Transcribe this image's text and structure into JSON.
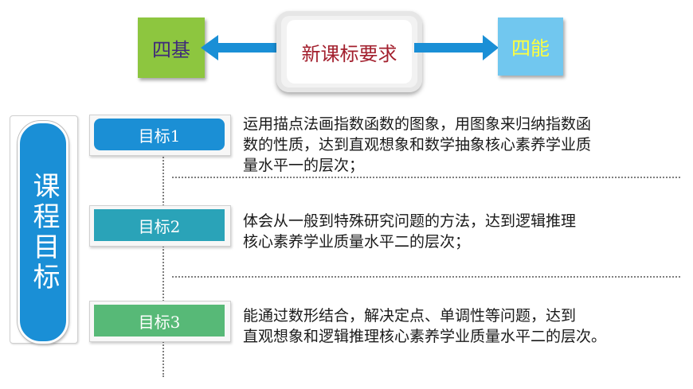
{
  "top": {
    "left_label": "四基",
    "center_label": "新课标要求",
    "right_label": "四能"
  },
  "side_title": "课程目标",
  "goals": [
    {
      "label": "目标1",
      "lines": [
        "运用描点法画指数函数的图象，用图象来归纳指数函",
        "数的性质，达到直观想象和数学抽象核心素养学业质",
        "量水平一的层次；"
      ]
    },
    {
      "label": "目标2",
      "lines": [
        "体会从一般到特殊研究问题的方法，达到逻辑推理",
        "核心素养学业质量水平二的层次；"
      ]
    },
    {
      "label": "目标3",
      "lines": [
        "能通过数形结合，解决定点、单调性等问题，达到",
        "直观想象和逻辑推理核心素养学业质量水平二的层次。"
      ]
    }
  ],
  "colors": {
    "left_box": "#8dc63f",
    "right_box": "#71c7ef",
    "arrow": "#1a8fd6",
    "goal1": "#1b8fd5",
    "goal2": "#2aa3b8",
    "goal3": "#57b977",
    "center_text": "#a3202e"
  }
}
